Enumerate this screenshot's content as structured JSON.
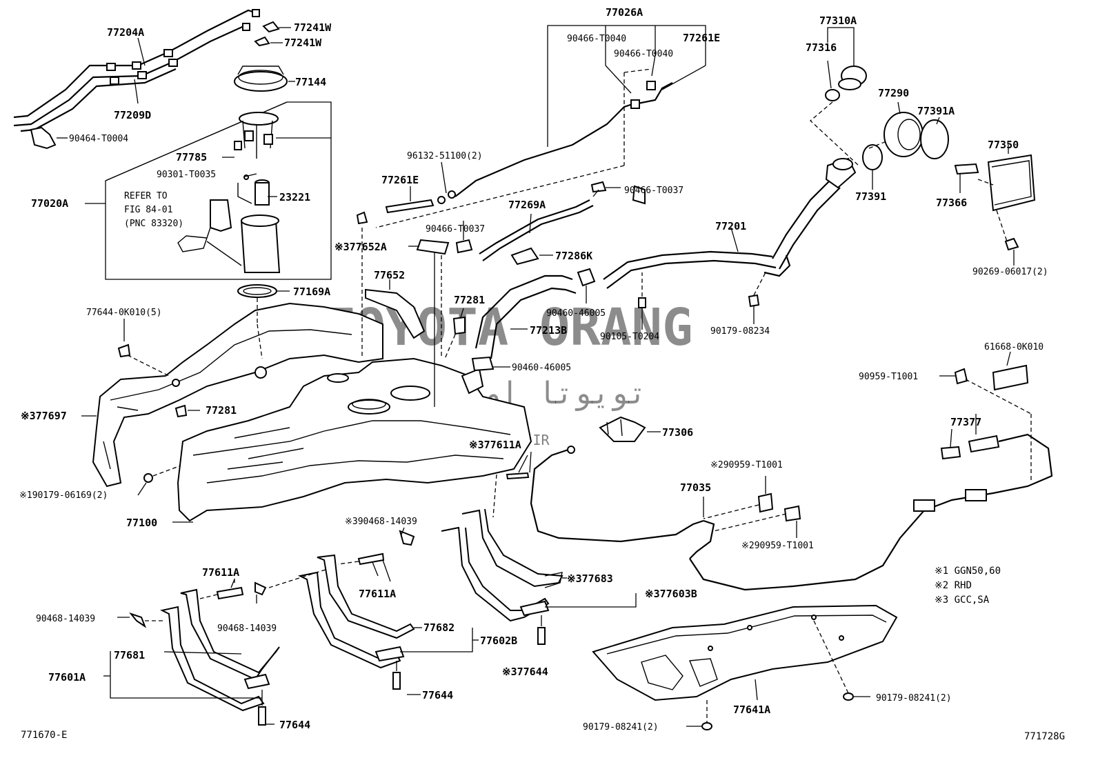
{
  "labels": {
    "p77204A": "77204A",
    "p77241W_1": "77241W",
    "p77241W_2": "77241W",
    "p77144": "77144",
    "p77209D": "77209D",
    "p90464_T0004": "90464-T0004",
    "p77785": "77785",
    "p90301_T0035": "90301-T0035",
    "p23221": "23221",
    "p77020A": "77020A",
    "refer1": "REFER TO",
    "refer2": "FIG 84-01",
    "refer3": "(PNC 83320)",
    "p77169A": "77169A",
    "p77644_0K010": "77644-0K010(5)",
    "p77697": "※377697",
    "p77281_1": "77281",
    "p90179_06169": "※190179-06169(2)",
    "p77100": "77100",
    "p77026A": "77026A",
    "p90466_T0040_1": "90466-T0040",
    "p90466_T0040_2": "90466-T0040",
    "p77261E_1": "77261E",
    "p96132_51100": "96132-51100(2)",
    "p77261E_2": "77261E",
    "p90466_T0037_1": "90466-T0037",
    "p77269A": "77269A",
    "p90466_T0037_2": "90466-T0037",
    "p77652A": "※377652A",
    "p77286K": "77286K",
    "p77652": "77652",
    "p77281_2": "77281",
    "p77213B": "77213B",
    "p90460_46005_1": "90460-46005",
    "p90460_46005_2": "90460-46005",
    "p90105_T0204": "90105-T0204",
    "p77310A": "77310A",
    "p77316": "77316",
    "p77290": "77290",
    "p77391A": "77391A",
    "p77350": "77350",
    "p77391": "77391",
    "p77366": "77366",
    "p77201": "77201",
    "p90269_06017": "90269-06017(2)",
    "p90179_08234": "90179-08234",
    "p61668_0K010": "61668-0K010",
    "p90959_T1001_1": "90959-T1001",
    "p77306": "77306",
    "p77377": "77377",
    "p77611A_1": "※377611A",
    "p290959_T1001_1": "※290959-T1001",
    "p77035": "77035",
    "p290959_T1001_2": "※290959-T1001",
    "p390468_14039": "※390468-14039",
    "p77611A_2": "77611A",
    "p77611A_3": "77611A",
    "p77683": "※377683",
    "p77603B": "※377603B",
    "p90468_14039_1": "90468-14039",
    "p90468_14039_2": "90468-14039",
    "p77682": "77682",
    "p77602B": "77602B",
    "p77681": "77681",
    "p77601A": "77601A",
    "p77644_1": "77644",
    "p77644_2": "※377644",
    "p77644_3": "77644",
    "p77641A": "77641A",
    "p90179_08241_1": "90179-08241(2)",
    "p90179_08241_2": "90179-08241(2)",
    "code_left": "771670-E",
    "code_right": "771728G"
  },
  "notes": [
    "※1 GGN50,60",
    "※2 RHD",
    "※3 GCC,SA"
  ],
  "watermark": {
    "brand": "TOYOTA ORANG",
    "farsi": "تویوتا اورنگ",
    "site": "TOYOTAPART.IR"
  }
}
